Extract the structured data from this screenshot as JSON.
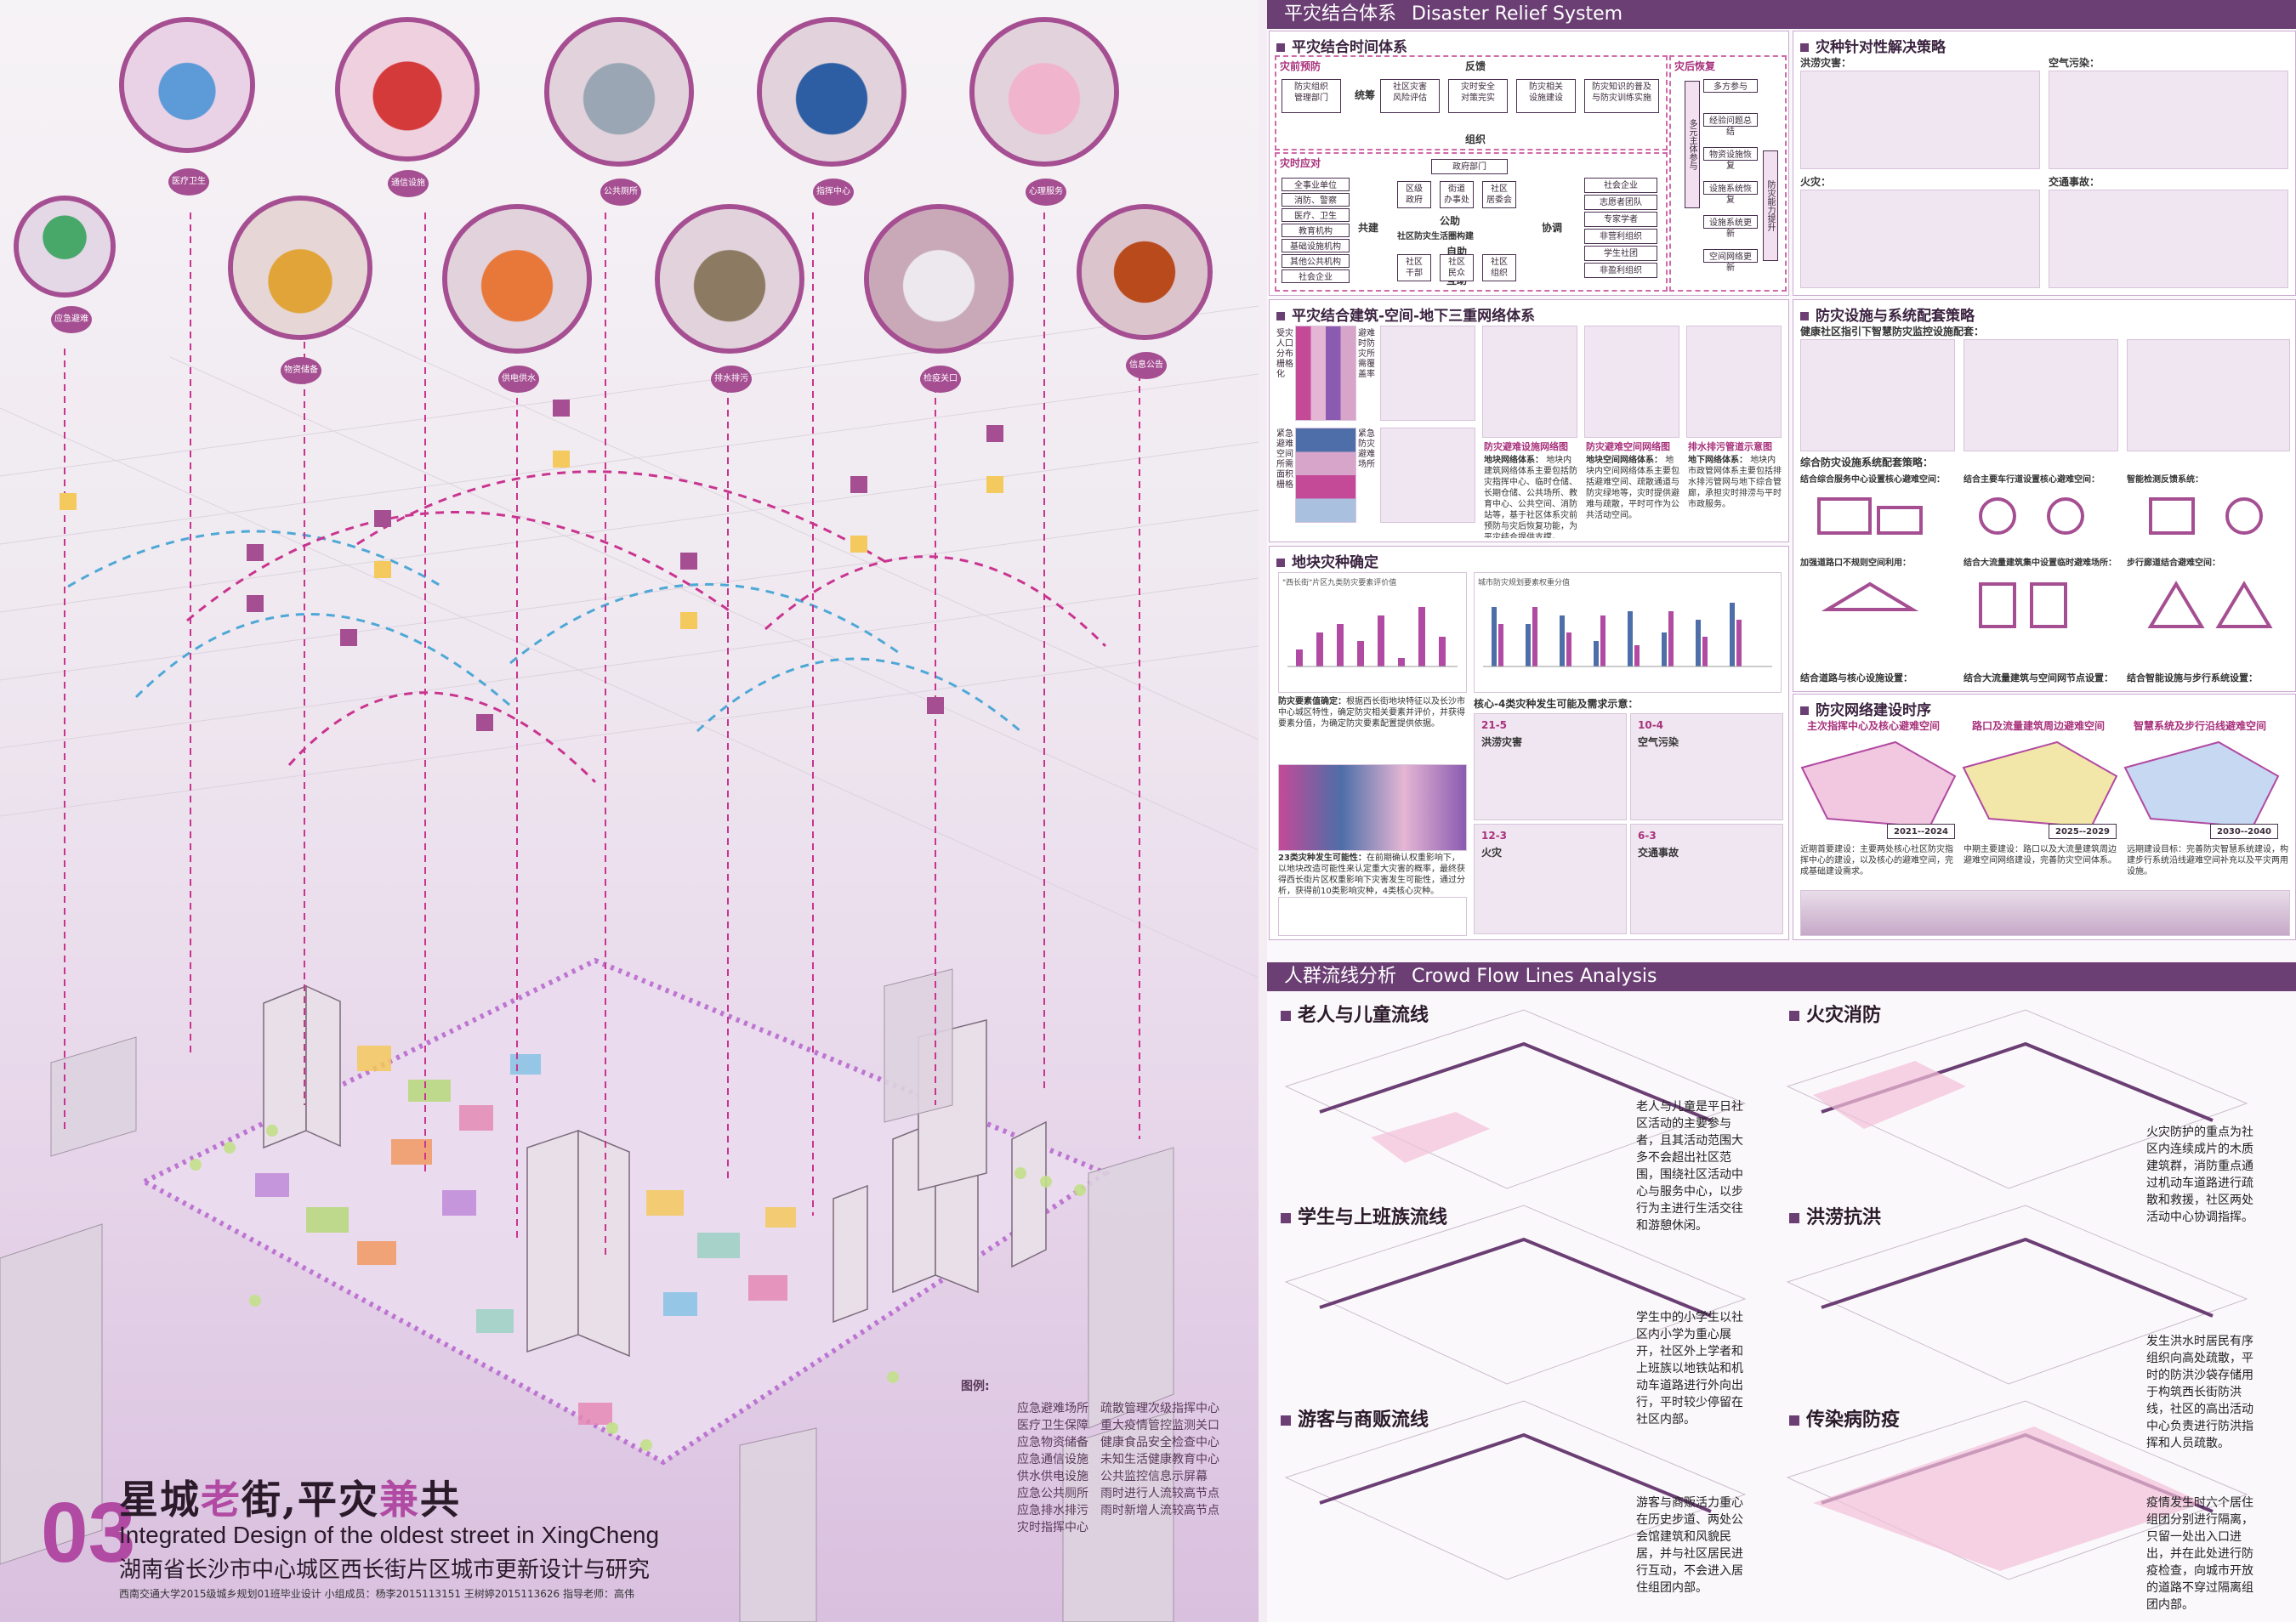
{
  "poster": {
    "title_cn_a": "星城",
    "title_cn_b": "老",
    "title_cn_c": "街,平灾",
    "title_cn_d": "兼",
    "title_cn_e": "共",
    "title_en": "Integrated Design of the oldest street in XingCheng",
    "subtitle_cn": "湖南省长沙市中心城区西长街片区城市更新设计与研究",
    "credits": "西南交通大学2015级城乡规划01班毕业设计  小组成员：杨李2015113151  王树婷2015113626  指导老师：高伟",
    "sheet_number": "03"
  },
  "pins": [
    {
      "label": "应急避难"
    },
    {
      "label": "医疗卫生"
    },
    {
      "label": "物资储备"
    },
    {
      "label": "通信设施"
    },
    {
      "label": "供电供水"
    },
    {
      "label": "公共厕所"
    },
    {
      "label": "排水排污"
    },
    {
      "label": "指挥中心"
    },
    {
      "label": "检疫关口"
    },
    {
      "label": "心理服务"
    },
    {
      "label": "信息公告"
    }
  ],
  "legend": {
    "head": "图例:",
    "left": [
      "应急避难场所",
      "医疗卫生保障",
      "应急物资储备",
      "应急通信设施",
      "供水供电设施",
      "应急公共厕所",
      "应急排水排污",
      "灾时指挥中心"
    ],
    "right": [
      "疏散管理次级指挥中心",
      "重大疫情管控监测关口",
      "健康食品安全检查中心",
      "未知生活健康教育中心",
      "公共监控信息示屏幕",
      "雨时进行人流较高节点",
      "雨时新增人流较高节点"
    ]
  },
  "disaster_system": {
    "band": "平灾结合体系",
    "band_en": "Disaster Relief System",
    "timeline_title": "平灾结合时间体系",
    "pre_label": "灾前预防",
    "pre_boxes": [
      "防灾组织\n管理部门",
      "社区灾害\n风险评估",
      "灾时安全\n对策完实",
      "防灾相关\n设施建设",
      "防灾知识的普及\n与防灾训练实施"
    ],
    "feedback": "反馈",
    "plan": "统筹",
    "org": "组织",
    "during_label": "灾时应对",
    "gov": "政府部门",
    "left_group": [
      "全事业单位",
      "消防、警察",
      "医疗、卫生",
      "教育机构",
      "基础设施机构",
      "其他公共机构",
      "社会企业"
    ],
    "mid_group": [
      "区级\n政府",
      "街道\n办事处",
      "社区\n居委会",
      "社区\n干部",
      "社区\n民众",
      "社区\n组织"
    ],
    "right_group": [
      "社会企业",
      "志愿者团队",
      "专家学者",
      "非营利组织",
      "学生社团",
      "非盈利组织"
    ],
    "co_build": "共建",
    "co_gov": "社区防灾生活圈构建",
    "cooperate": "协调",
    "public_safety": "公助",
    "self_help": "自助",
    "mutual": "互助",
    "after_label": "灾后恢复",
    "after_boxes": [
      "多方参与",
      "经验问题总结",
      "物资设施恢复",
      "设施系统恢复",
      "设施系统更新",
      "空间网络更新"
    ],
    "multi": "多元主体参与",
    "disaster_cap": "防灾能力提升",
    "network_title": "平灾结合建筑-空间-地下三重网络体系",
    "net_captions": [
      "防灾避难设施网络图",
      "防灾避难空间网络图",
      "排水排污管道示意图"
    ],
    "net_heads": [
      "地块网络体系：",
      "地块空间网络体系：",
      "地下网络体系："
    ],
    "net_texts": [
      "地块内建筑网络体系主要包括防灾指挥中心、临时仓储、长期仓储、公共场所、教育中心、公共空间、消防站等，基于社区体系灾前预防与灾后恢复功能，为平灾结合提供支撑。",
      "地块内空间网络体系主要包括避难空间、疏散通道与防灾绿地等，灾时提供避难与疏散，平时可作为公共活动空间。",
      "地块内市政管网体系主要包括排水排污管网与地下综合管廊，承担灾时排涝与平时市政服务。"
    ],
    "grid_labels": [
      "受灾人口分布栅格化",
      "避难时防灾所需覆盖率",
      "紧急避难空间所需面积栅格",
      "紧急防灾避难场所"
    ]
  },
  "disaster_types": {
    "title": "灾种针对性解决策略",
    "items": [
      "洪涝灾害：",
      "空气污染：",
      "火灾：",
      "交通事故："
    ]
  },
  "facility_strategy": {
    "title": "防灾设施与系统配套策略",
    "line1": "健康社区指引下智慧防灾监控设施配套：",
    "line2": "综合防灾设施系统配套策略：",
    "col_heads": [
      "结合综合服务中心设置核心避难空间：",
      "结合主要车行道设置核心避难空间：",
      "智能检测反馈系统："
    ],
    "col_notes": [
      "加强道路口不规则空间利用：",
      "结合大流量建筑集中设置临时避难场所：",
      "步行廊道结合避难空间："
    ],
    "bottom": [
      "结合道路与核心设施设置：",
      "结合大流量建筑与空间网节点设置：",
      "结合智能设施与步行系统设置："
    ]
  },
  "block_risk": {
    "title": "地块灾种确定",
    "text1_head": "防灾要素值确定：",
    "text1": "根据西长街地块特征以及长沙市中心城区特性，确定防灾相关要素并评价，并获得要素分值，为确定防灾要素配置提供依据。",
    "text2_head": "23类灾种发生可能性：",
    "text2": "在前期确认权重影响下，以地块改造可能性来认定重大灾害的概率，最终获得西长街片区权重影响下灾害发生可能性，通过分析，获得前10类影响灾种，4类核心灾种。",
    "core_title": "核心-4类灾种发生可能及需求示意：",
    "core_tags": [
      "21-5",
      "10-4",
      "12-3",
      "6-3"
    ],
    "core_names": [
      "洪涝灾害",
      "空气污染",
      "火灾",
      "交通事故"
    ],
    "chart_caption1": "\"西长街\"片区九类防灾要素评价值",
    "chart_caption2": "城市防灾规划要素权重分值"
  },
  "network_timeline": {
    "title": "防灾网络建设时序",
    "phase_heads": [
      "主次指挥中心及核心避难空间",
      "路口及流量建筑周边避难空间",
      "智慧系统及步行沿线避难空间"
    ],
    "years": [
      "2021--2024",
      "2025--2029",
      "2030--2040"
    ],
    "notes": [
      "近期首要建设：主要两处核心社区防灾指挥中心的建设，以及核心的避难空间，完成基础建设需求。",
      "中期主要建设：路口以及大流量建筑周边避难空间网络建设，完善防灾空间体系。",
      "远期建设目标：完善防灾智慧系统建设，构建步行系统沿线避难空间补充以及平灾两用设施。"
    ]
  },
  "crowd": {
    "band": "人群流线分析",
    "band_en": "Crowd Flow Lines Analysis",
    "sections": [
      {
        "title": "老人与儿童流线",
        "text": "老人与儿童是平日社区活动的主要参与者，且其活动范围大多不会超出社区范围，围绕社区活动中心与服务中心，以步行为主进行生活交往和游憩休闲。"
      },
      {
        "title": "学生与上班族流线",
        "text": "学生中的小学生以社区内小学为重心展开，社区外上学者和上班族以地铁站和机动车道路进行外向出行，平时较少停留在社区内部。"
      },
      {
        "title": "游客与商贩流线",
        "text": "游客与商贩活力重心在历史步道、两处公会馆建筑和风貌民居，并与社区居民进行互动，不会进入居住组团内部。"
      },
      {
        "title": "火灾消防",
        "text": "火灾防护的重点为社区内连续成片的木质建筑群，消防重点通过机动车道路进行疏散和救援，社区两处活动中心协调指挥。"
      },
      {
        "title": "洪涝抗洪",
        "text": "发生洪水时居民有序组织向高处疏散，平时的防洪沙袋存储用于构筑西长街防洪线，社区的高出活动中心负责进行防洪指挥和人员疏散。"
      },
      {
        "title": "传染病防疫",
        "text": "疫情发生时六个居住组团分别进行隔离，只留一处出入口进出，并在此处进行防疫检查，向城市开放的道路不穿过隔离组团内部。"
      }
    ]
  },
  "colors": {
    "accent": "#6b3f74",
    "magenta": "#b14aa2",
    "pink": "#d06aa8"
  }
}
